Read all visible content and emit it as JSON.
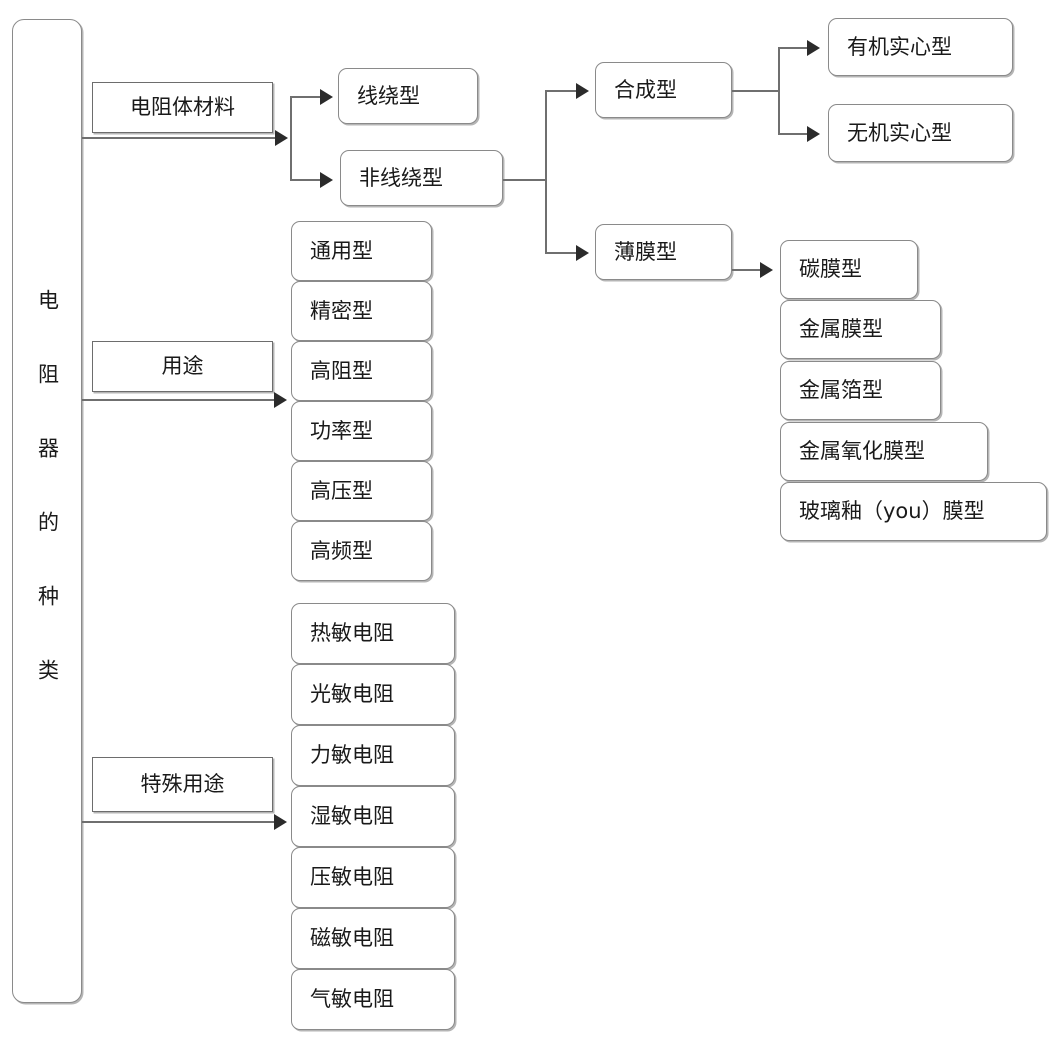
{
  "diagram": {
    "title": "电阻器的种类",
    "root": {
      "label": "电阻器的种类"
    },
    "branches": [
      {
        "label": "电阻体材料",
        "children": [
          {
            "label": "线绕型"
          },
          {
            "label": "非线绕型",
            "children": [
              {
                "label": "合成型",
                "children": [
                  {
                    "label": "有机实心型"
                  },
                  {
                    "label": "无机实心型"
                  }
                ]
              },
              {
                "label": "薄膜型",
                "children": [
                  {
                    "label": "碳膜型"
                  },
                  {
                    "label": "金属膜型"
                  },
                  {
                    "label": "金属箔型"
                  },
                  {
                    "label": "金属氧化膜型"
                  },
                  {
                    "label": "玻璃釉（you）膜型"
                  }
                ]
              }
            ]
          }
        ]
      },
      {
        "label": "用途",
        "children": [
          {
            "label": "通用型"
          },
          {
            "label": "精密型"
          },
          {
            "label": "高阻型"
          },
          {
            "label": "功率型"
          },
          {
            "label": "高压型"
          },
          {
            "label": "高频型"
          }
        ]
      },
      {
        "label": "特殊用途",
        "children": [
          {
            "label": "热敏电阻"
          },
          {
            "label": "光敏电阻"
          },
          {
            "label": "力敏电阻"
          },
          {
            "label": "湿敏电阻"
          },
          {
            "label": "压敏电阻"
          },
          {
            "label": "磁敏电阻"
          },
          {
            "label": "气敏电阻"
          }
        ]
      }
    ],
    "colors": {
      "box_border": "#8a8a8a",
      "category_border": "#6d6d6d",
      "line": "#6f6f6f",
      "arrow": "#2b2b2b",
      "text": "#1a1a1a",
      "background": "#ffffff"
    }
  }
}
